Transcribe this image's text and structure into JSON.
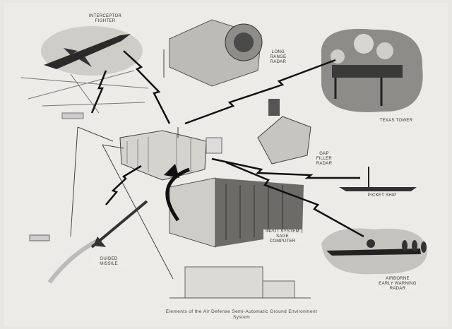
{
  "title": "Elements of the Air Defense Semi-Automatic Ground Environment System",
  "labels": {
    "interceptor": "Interceptor Fighter",
    "long_range_radar": "Long Range Radar",
    "texas_tower": "Texas Tower",
    "gap_filler": "Gap Filler Radar",
    "picket_ship": "Picket Ship",
    "sage_computer": "Input System SAGE Computer",
    "aew": "Airborne Early Warning Radar",
    "guided_missile": "Guided Missile"
  }
}
